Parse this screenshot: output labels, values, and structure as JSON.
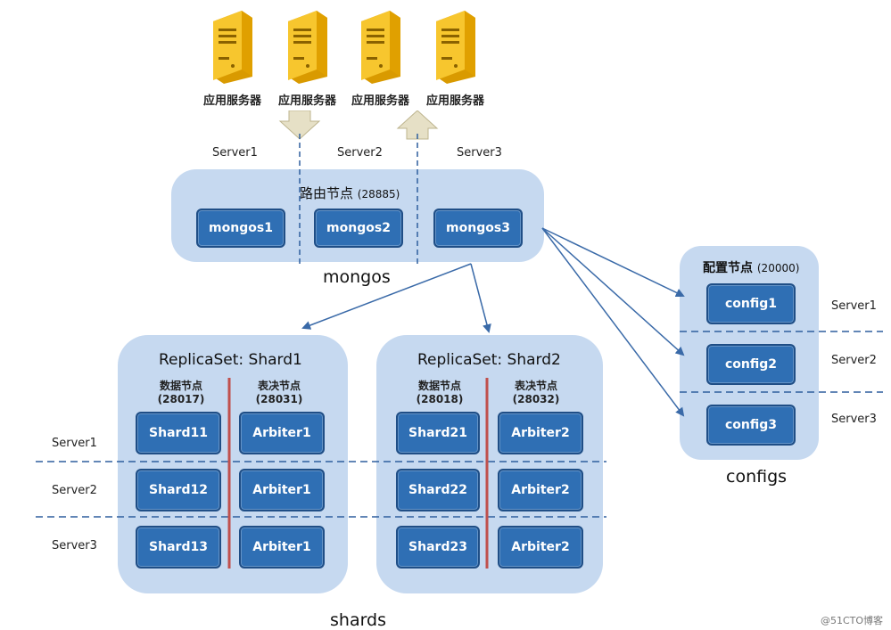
{
  "app_servers": {
    "label": "应用服务器",
    "count": 4
  },
  "server_labels": {
    "s1": "Server1",
    "s2": "Server2",
    "s3": "Server3"
  },
  "mongos": {
    "title": "路由节点",
    "port": "(28885)",
    "group_label": "mongos",
    "nodes": [
      "mongos1",
      "mongos2",
      "mongos3"
    ]
  },
  "config": {
    "title": "配置节点",
    "port": "(20000)",
    "group_label": "configs",
    "nodes": [
      "config1",
      "config2",
      "config3"
    ]
  },
  "shard1": {
    "title": "ReplicaSet: Shard1",
    "data_label": "数据节点",
    "data_port": "(28017)",
    "arb_label": "表决节点",
    "arb_port": "(28031)",
    "data_nodes": [
      "Shard11",
      "Shard12",
      "Shard13"
    ],
    "arb_nodes": [
      "Arbiter1",
      "Arbiter1",
      "Arbiter1"
    ]
  },
  "shard2": {
    "title": "ReplicaSet: Shard2",
    "data_label": "数据节点",
    "data_port": "(28018)",
    "arb_label": "表决节点",
    "arb_port": "(28032)",
    "data_nodes": [
      "Shard21",
      "Shard22",
      "Shard23"
    ],
    "arb_nodes": [
      "Arbiter2",
      "Arbiter2",
      "Arbiter2"
    ]
  },
  "shards_group_label": "shards",
  "watermark": "@51CTO博客",
  "colors": {
    "panel": "#c6d9f0",
    "node": "#2f6fb4",
    "node_border": "#1f4e86",
    "dashed": "#2e5f9e",
    "arrow": "#3a6aa8",
    "divider": "#c0504d",
    "server_body": "#f6b800",
    "big_arrow": "#e6e0c6"
  }
}
